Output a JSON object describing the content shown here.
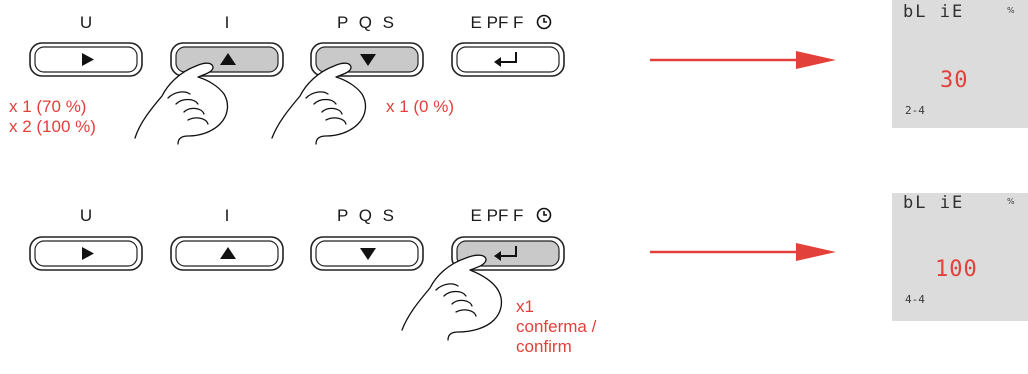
{
  "buttons": {
    "u_label": "U",
    "i_label": "I",
    "pqs_label": "P Q S",
    "epf_label": "E PF F"
  },
  "step1": {
    "note_up_1": "x 1 (70 %)",
    "note_up_2": "x 2 (100 %)",
    "note_down": "x 1 (0 %)",
    "display": {
      "top": "bL iE",
      "unit": "%",
      "value": "30",
      "page": "2-4"
    }
  },
  "step2": {
    "note_1": "x1",
    "note_2": "conferma /",
    "note_3": "confirm",
    "display": {
      "top": "bL iE",
      "unit": "%",
      "value": "100",
      "page": "4-4"
    }
  },
  "colors": {
    "accent_red": "#e2403a",
    "pressed_gray": "#c9c9c9",
    "display_bg": "#dcdcdc"
  },
  "icons": [
    "play-right-icon",
    "arrow-up-icon",
    "arrow-down-icon",
    "enter-return-icon",
    "clock-icon",
    "pressing-hand-icon",
    "red-arrow-icon"
  ]
}
